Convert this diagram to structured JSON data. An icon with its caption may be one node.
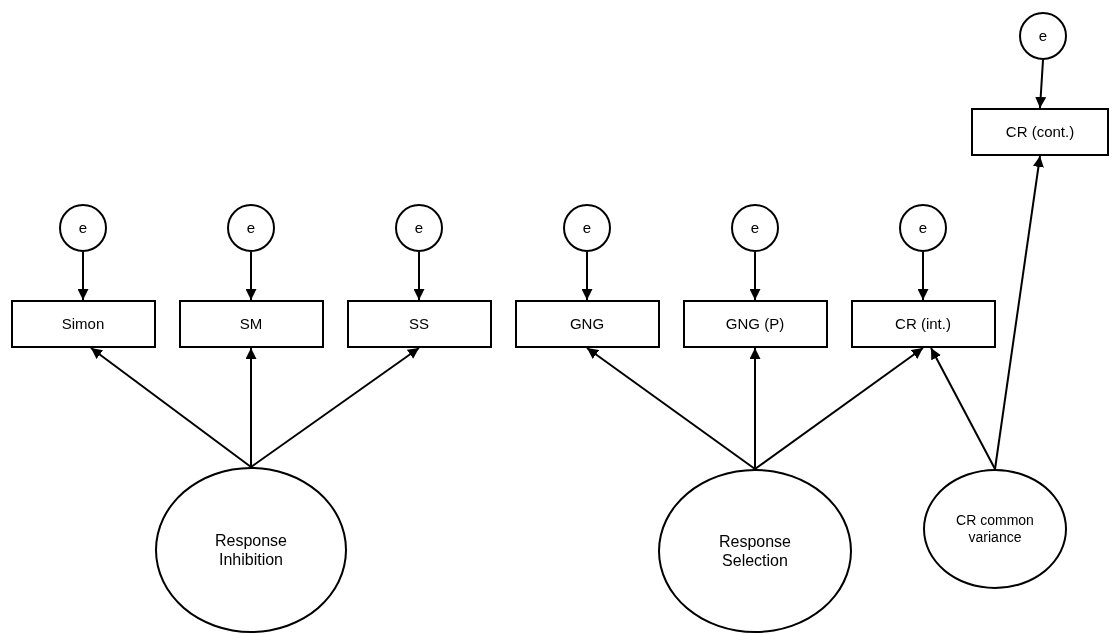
{
  "diagram": {
    "nodes": [
      {
        "text": [
          "e"
        ]
      },
      {
        "text": [
          "CR (cont.)"
        ]
      },
      {
        "text": [
          "e"
        ]
      },
      {
        "text": [
          "e"
        ]
      },
      {
        "text": [
          "e"
        ]
      },
      {
        "text": [
          "e"
        ]
      },
      {
        "text": [
          "e"
        ]
      },
      {
        "text": [
          "e"
        ]
      },
      {
        "text": [
          "Simon"
        ]
      },
      {
        "text": [
          "SM"
        ]
      },
      {
        "text": [
          "SS"
        ]
      },
      {
        "text": [
          "GNG"
        ]
      },
      {
        "text": [
          "GNG (P)"
        ]
      },
      {
        "text": [
          "CR (int.)"
        ]
      },
      {
        "text": [
          "Response Inhibition"
        ]
      },
      {
        "text": [
          "Response Selection"
        ]
      },
      {
        "text": [
          "CR common variance"
        ]
      }
    ],
    "edges": [
      {
        "from": 0,
        "to": 1,
        "arrow": "to"
      },
      {
        "from": 2,
        "to": 8,
        "arrow": "to"
      },
      {
        "from": 3,
        "to": 9,
        "arrow": "to"
      },
      {
        "from": 4,
        "to": 10,
        "arrow": "to"
      },
      {
        "from": 5,
        "to": 11,
        "arrow": "to"
      },
      {
        "from": 6,
        "to": 12,
        "arrow": "to"
      },
      {
        "from": 7,
        "to": 13,
        "arrow": "to"
      },
      {
        "from": 14,
        "to": 8,
        "arrow": "to"
      },
      {
        "from": 14,
        "to": 9,
        "arrow": "to"
      },
      {
        "from": 14,
        "to": 10,
        "arrow": "to"
      },
      {
        "from": 15,
        "to": 11,
        "arrow": "to"
      },
      {
        "from": 15,
        "to": 12,
        "arrow": "to"
      },
      {
        "from": 15,
        "to": 13,
        "arrow": "to"
      },
      {
        "from": 16,
        "to": 13,
        "arrow": "to"
      },
      {
        "from": 16,
        "to": 1,
        "arrow": "to"
      }
    ]
  }
}
